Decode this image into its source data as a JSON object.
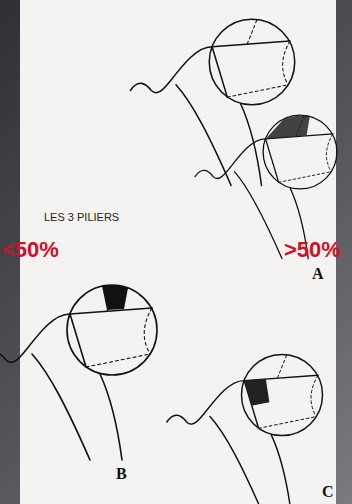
{
  "diagram": {
    "labels": [
      "LES 3 PILIERS",
      "A",
      "<50%",
      ">50%",
      "B",
      "C"
    ]
  }
}
